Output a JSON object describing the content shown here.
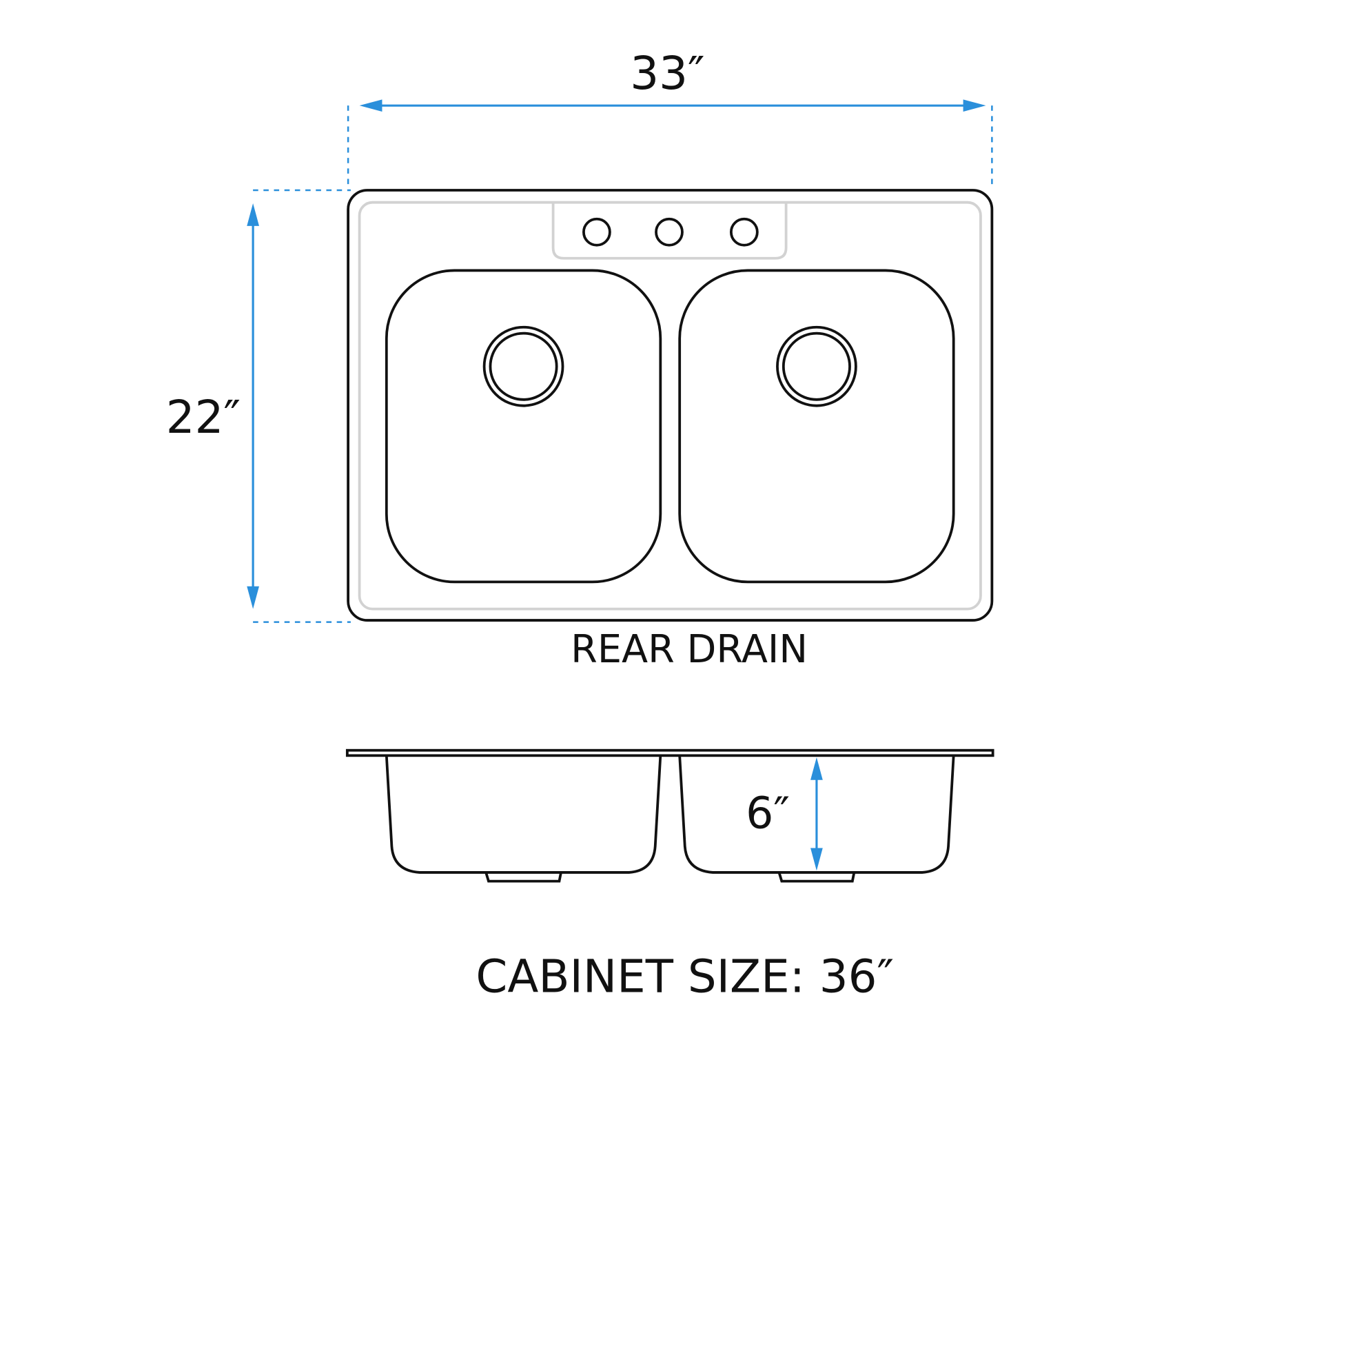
{
  "dimensions": {
    "width": "33″",
    "depth": "22″",
    "bowl_depth": "6″"
  },
  "labels": {
    "drain_position": "REAR DRAIN",
    "cabinet_size": "CABINET SIZE: 36″"
  },
  "colors": {
    "dimension_line": "#2a8fdb",
    "outline": "#111111",
    "inner_rim": "#d2d2d2"
  }
}
